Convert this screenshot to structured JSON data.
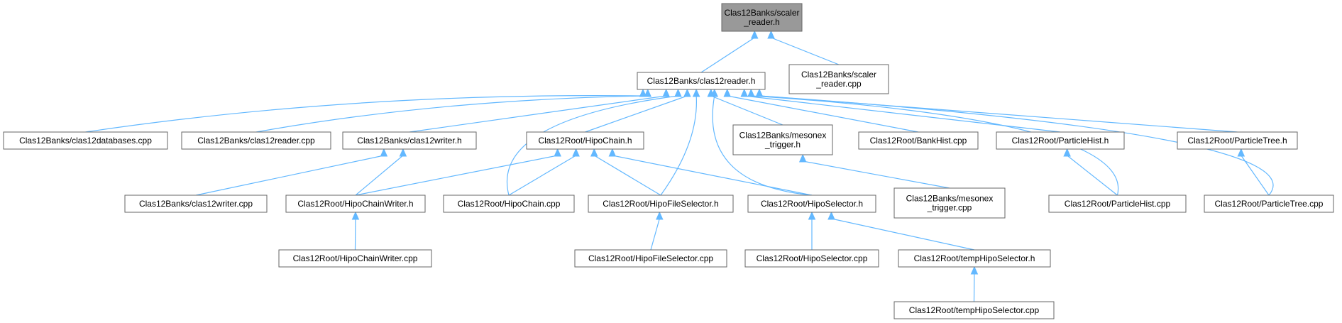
{
  "diagram": {
    "edge_color": "#63b8ff",
    "root_fill": "#999999",
    "nodes": [
      {
        "id": "scaler_h",
        "lines": [
          "Clas12Banks/scaler",
          "_reader.h"
        ],
        "root": true
      },
      {
        "id": "reader_h",
        "lines": [
          "Clas12Banks/clas12reader.h"
        ]
      },
      {
        "id": "scaler_cpp",
        "lines": [
          "Clas12Banks/scaler",
          "_reader.cpp"
        ]
      },
      {
        "id": "databases_cpp",
        "lines": [
          "Clas12Banks/clas12databases.cpp"
        ]
      },
      {
        "id": "reader_cpp",
        "lines": [
          "Clas12Banks/clas12reader.cpp"
        ]
      },
      {
        "id": "writer_h",
        "lines": [
          "Clas12Banks/clas12writer.h"
        ]
      },
      {
        "id": "hipochain_h",
        "lines": [
          "Clas12Root/HipoChain.h"
        ]
      },
      {
        "id": "mesonex_h",
        "lines": [
          "Clas12Banks/mesonex",
          "_trigger.h"
        ]
      },
      {
        "id": "bankhist_cpp",
        "lines": [
          "Clas12Root/BankHist.cpp"
        ]
      },
      {
        "id": "particlehist_h",
        "lines": [
          "Clas12Root/ParticleHist.h"
        ]
      },
      {
        "id": "particletree_h",
        "lines": [
          "Clas12Root/ParticleTree.h"
        ]
      },
      {
        "id": "writer_cpp",
        "lines": [
          "Clas12Banks/clas12writer.cpp"
        ]
      },
      {
        "id": "chainwriter_h",
        "lines": [
          "Clas12Root/HipoChainWriter.h"
        ]
      },
      {
        "id": "hipochain_cpp",
        "lines": [
          "Clas12Root/HipoChain.cpp"
        ]
      },
      {
        "id": "fileselector_h",
        "lines": [
          "Clas12Root/HipoFileSelector.h"
        ]
      },
      {
        "id": "hiposelector_h",
        "lines": [
          "Clas12Root/HipoSelector.h"
        ]
      },
      {
        "id": "mesonex_cpp",
        "lines": [
          "Clas12Banks/mesonex",
          "_trigger.cpp"
        ]
      },
      {
        "id": "particlehist_cpp",
        "lines": [
          "Clas12Root/ParticleHist.cpp"
        ]
      },
      {
        "id": "particletree_cpp",
        "lines": [
          "Clas12Root/ParticleTree.cpp"
        ]
      },
      {
        "id": "chainwriter_cpp",
        "lines": [
          "Clas12Root/HipoChainWriter.cpp"
        ]
      },
      {
        "id": "fileselector_cpp",
        "lines": [
          "Clas12Root/HipoFileSelector.cpp"
        ]
      },
      {
        "id": "hiposelector_cpp",
        "lines": [
          "Clas12Root/HipoSelector.cpp"
        ]
      },
      {
        "id": "temphipo_h",
        "lines": [
          "Clas12Root/tempHipoSelector.h"
        ]
      },
      {
        "id": "temphipo_cpp",
        "lines": [
          "Clas12Root/tempHipoSelector.cpp"
        ]
      }
    ],
    "edges": [
      {
        "from": "reader_h",
        "to": "scaler_h"
      },
      {
        "from": "scaler_cpp",
        "to": "scaler_h"
      },
      {
        "from": "databases_cpp",
        "to": "reader_h"
      },
      {
        "from": "reader_cpp",
        "to": "reader_h"
      },
      {
        "from": "writer_h",
        "to": "reader_h"
      },
      {
        "from": "hipochain_h",
        "to": "reader_h"
      },
      {
        "from": "mesonex_h",
        "to": "reader_h"
      },
      {
        "from": "bankhist_cpp",
        "to": "reader_h"
      },
      {
        "from": "particlehist_h",
        "to": "reader_h"
      },
      {
        "from": "particletree_h",
        "to": "reader_h"
      },
      {
        "from": "hipochain_cpp",
        "to": "reader_h"
      },
      {
        "from": "fileselector_h",
        "to": "reader_h"
      },
      {
        "from": "hiposelector_h",
        "to": "reader_h"
      },
      {
        "from": "particlehist_cpp",
        "to": "reader_h"
      },
      {
        "from": "particletree_cpp",
        "to": "reader_h"
      },
      {
        "from": "writer_cpp",
        "to": "writer_h"
      },
      {
        "from": "chainwriter_h",
        "to": "writer_h"
      },
      {
        "from": "chainwriter_h",
        "to": "hipochain_h"
      },
      {
        "from": "hipochain_cpp",
        "to": "hipochain_h"
      },
      {
        "from": "fileselector_h",
        "to": "hipochain_h"
      },
      {
        "from": "hiposelector_h",
        "to": "hipochain_h"
      },
      {
        "from": "mesonex_cpp",
        "to": "mesonex_h"
      },
      {
        "from": "particlehist_cpp",
        "to": "particlehist_h"
      },
      {
        "from": "particletree_cpp",
        "to": "particletree_h"
      },
      {
        "from": "chainwriter_cpp",
        "to": "chainwriter_h"
      },
      {
        "from": "fileselector_cpp",
        "to": "fileselector_h"
      },
      {
        "from": "hiposelector_cpp",
        "to": "hiposelector_h"
      },
      {
        "from": "temphipo_h",
        "to": "hiposelector_h"
      },
      {
        "from": "temphipo_cpp",
        "to": "temphipo_h"
      }
    ]
  }
}
